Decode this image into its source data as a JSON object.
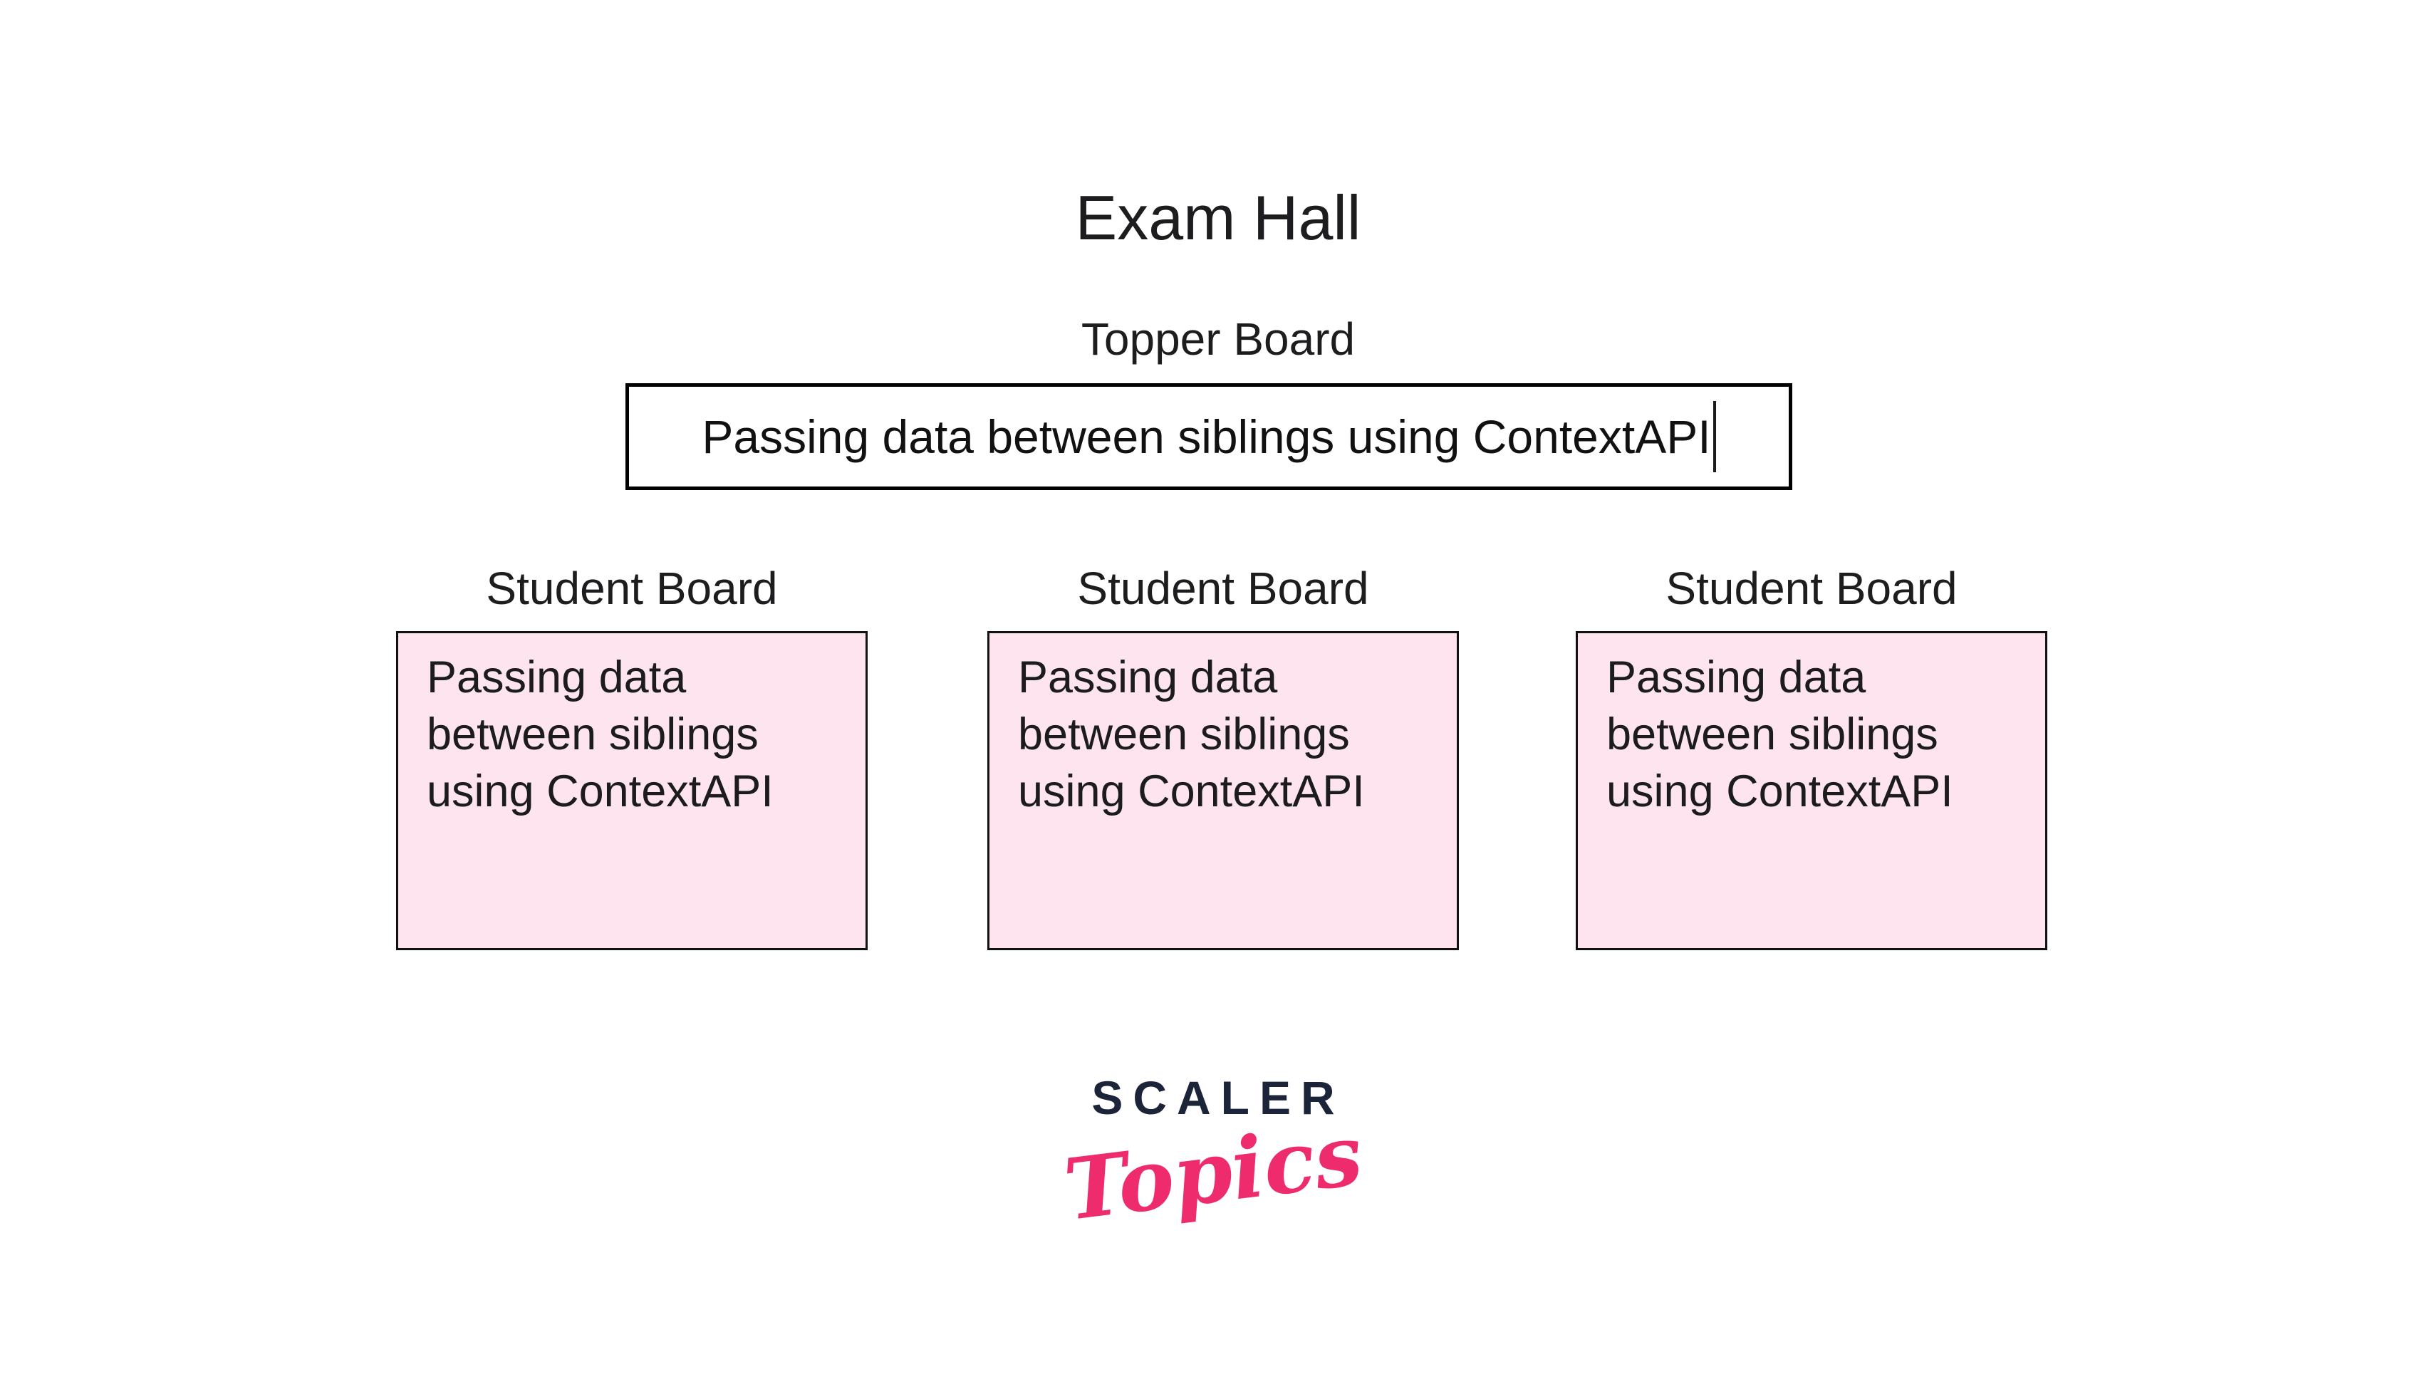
{
  "page": {
    "background": "#ffffff"
  },
  "heading": {
    "title": "Exam Hall"
  },
  "topper": {
    "label": "Topper Board",
    "input_value": "Passing data between siblings using ContextAPI"
  },
  "students": {
    "boards": [
      {
        "label": "Student Board",
        "lines": [
          "Passing data",
          "between siblings",
          "using ContextAPI"
        ]
      },
      {
        "label": "Student Board",
        "lines": [
          "Passing data",
          "between siblings",
          "using ContextAPI"
        ]
      },
      {
        "label": "Student Board",
        "lines": [
          "Passing data",
          "between siblings",
          "using ContextAPI"
        ]
      }
    ]
  },
  "logo": {
    "brand": "SCALER",
    "sub": "Topics",
    "brand_color": "#1b2438",
    "sub_color": "#ee2b6d"
  },
  "colors": {
    "board_fill": "#fde4ef",
    "board_border": "#111111",
    "input_border": "#000000",
    "text": "#1c1c1c"
  }
}
